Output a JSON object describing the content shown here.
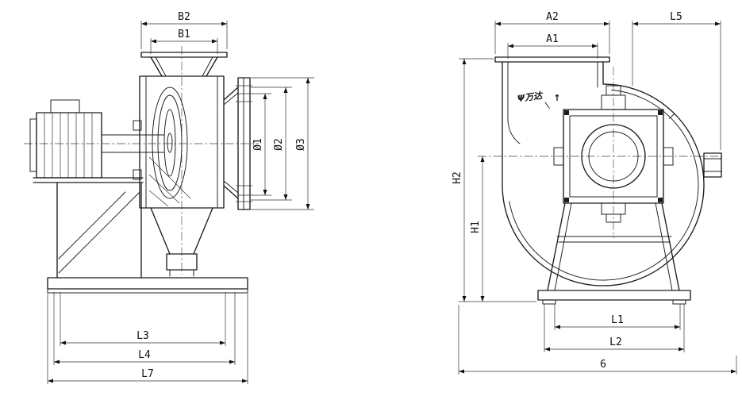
{
  "drawing": {
    "background": "#ffffff",
    "line_color": "#1c1c1c"
  },
  "side_view": {
    "dims": {
      "b2": "B2",
      "b1": "B1",
      "d1": "Ø1",
      "d2": "Ø2",
      "d3": "Ø3",
      "l3": "L3",
      "l4": "L4",
      "l7": "L7"
    }
  },
  "front_view": {
    "dims": {
      "a2": "A2",
      "a1": "A1",
      "l5": "L5",
      "h2": "H2",
      "h1": "H1",
      "l1": "L1",
      "l2": "L2",
      "overall": "6"
    },
    "logo_text": "Ψ万达",
    "rotation_arrow": "↑"
  }
}
